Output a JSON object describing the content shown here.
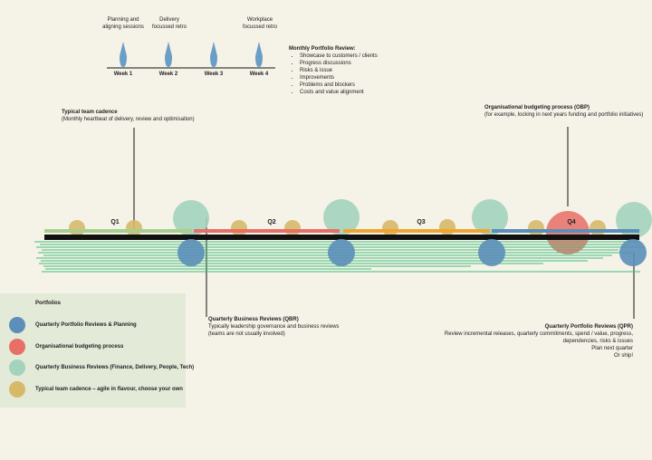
{
  "weeks": [
    {
      "session": "Planning and aligning sessions",
      "label": "Week 1"
    },
    {
      "session": "Delivery focussed retro",
      "label": "Week 2"
    },
    {
      "session": "",
      "label": "Week 3"
    },
    {
      "session": "Workplace focussed retro",
      "label": "Week 4"
    }
  ],
  "monthly_review": {
    "title": "Monthly Portfolio Review:",
    "items": [
      "Showcase to customers / clients",
      "Progress discussions",
      "Risks & issue",
      "Improvements",
      "Problems and blockers",
      "Costs and value alignment"
    ]
  },
  "team_cadence": {
    "title": "Typical team cadence",
    "subtitle": "(Monthly heartbeat of delivery, review and optimisation)"
  },
  "obp": {
    "title": "Organisational budgeting process (OBP)",
    "subtitle": "(for example, locking in next years funding and portfolio initiatives)"
  },
  "quarters": [
    "Q1",
    "Q2",
    "Q3",
    "Q4"
  ],
  "qbr": {
    "title": "Quarterly Business Reviews (QBR)",
    "line1": "Typically leadership governance and business reviews",
    "line2": "(teams are not usually involved)"
  },
  "qpr": {
    "title": "Quarterly Portfolio Reviews (QPR)",
    "lines": [
      "Review incremental releases, quarterly commitments, spend / value, progress,",
      "dependencies, risks & issues",
      "Plan next quarter",
      "Or ship!"
    ]
  },
  "legend": {
    "portfolios": "Portfolios",
    "qpr": "Quarterly Portfolio Reviews & Planning",
    "obp": "Organisational budgeting process",
    "qbr": "Quarterly Business Reviews (Finance, Delivery, People, Tech)",
    "cadence": "Typical team cadence – agile in flavour, choose your own"
  },
  "colors": {
    "background": "#f5f2e8",
    "portfolio_line": "#3dbf7a",
    "qpr": "#5b8fb9",
    "obp": "#e76f66",
    "qbr": "#a3d3bd",
    "cadence": "#d7b96a",
    "q1_bar": "#a8cf8e",
    "q2_bar": "#e76f66",
    "q3_bar": "#f0a530",
    "q4_bar": "#5b8fb9",
    "week_marker": "#6a9ec6"
  }
}
